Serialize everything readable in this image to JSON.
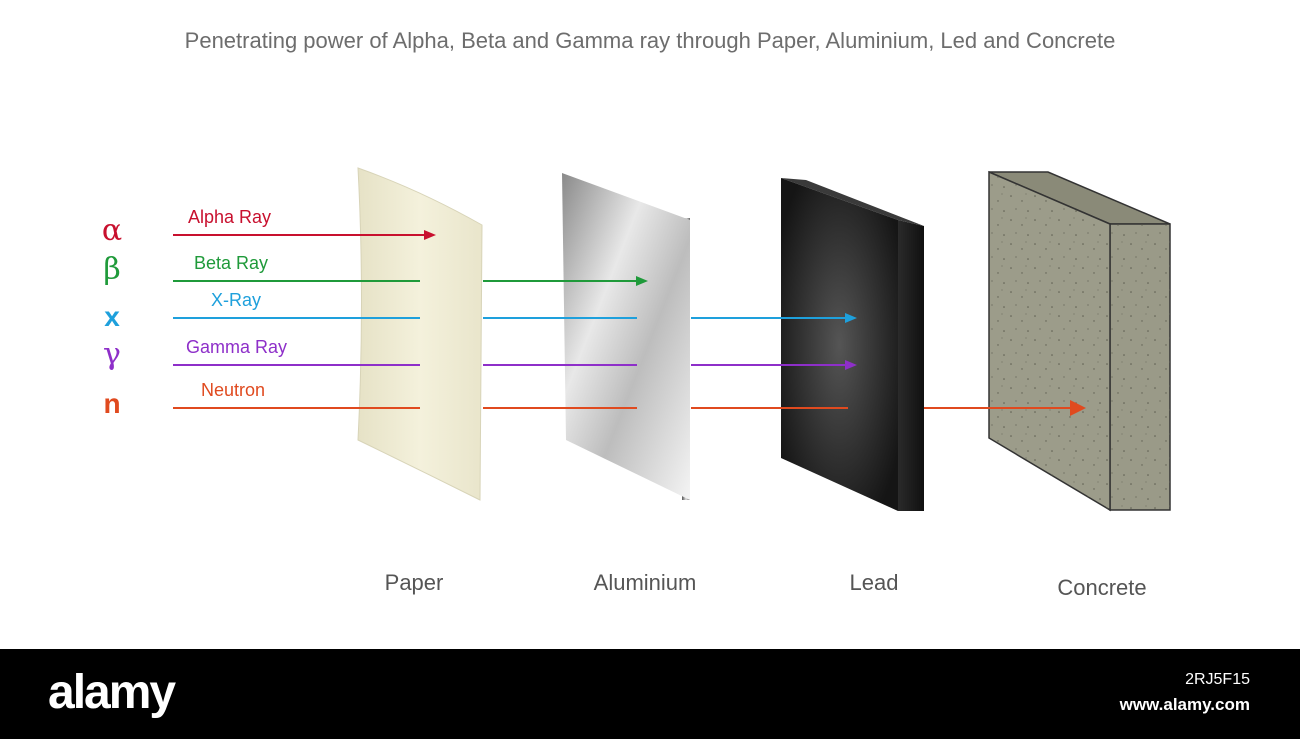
{
  "title": "Penetrating power of Alpha, Beta and Gamma ray through Paper, Aluminium, Led and Concrete",
  "colors": {
    "alpha": "#c8102e",
    "beta": "#1f9a3a",
    "xray": "#1ea0dc",
    "gamma": "#8e2fc9",
    "neutron": "#e04a1f"
  },
  "rays": [
    {
      "symbol": "α",
      "label": "Alpha Ray",
      "color": "#c8102e",
      "stops_at": "Paper"
    },
    {
      "symbol": "β",
      "label": "Beta Ray",
      "color": "#1f9a3a",
      "stops_at": "Aluminium"
    },
    {
      "symbol": "x",
      "label": "X-Ray",
      "color": "#1ea0dc",
      "stops_at": "Lead"
    },
    {
      "symbol": "γ",
      "label": "Gamma Ray",
      "color": "#8e2fc9",
      "stops_at": "Lead"
    },
    {
      "symbol": "n",
      "label": "Neutron",
      "color": "#e04a1f",
      "stops_at": "Concrete"
    }
  ],
  "materials": {
    "paper": "Paper",
    "aluminium": "Aluminium",
    "lead": "Lead",
    "concrete": "Concrete"
  },
  "footer": {
    "brand": "alamy",
    "image_id": "2RJ5F15",
    "site": "www.alamy.com"
  }
}
